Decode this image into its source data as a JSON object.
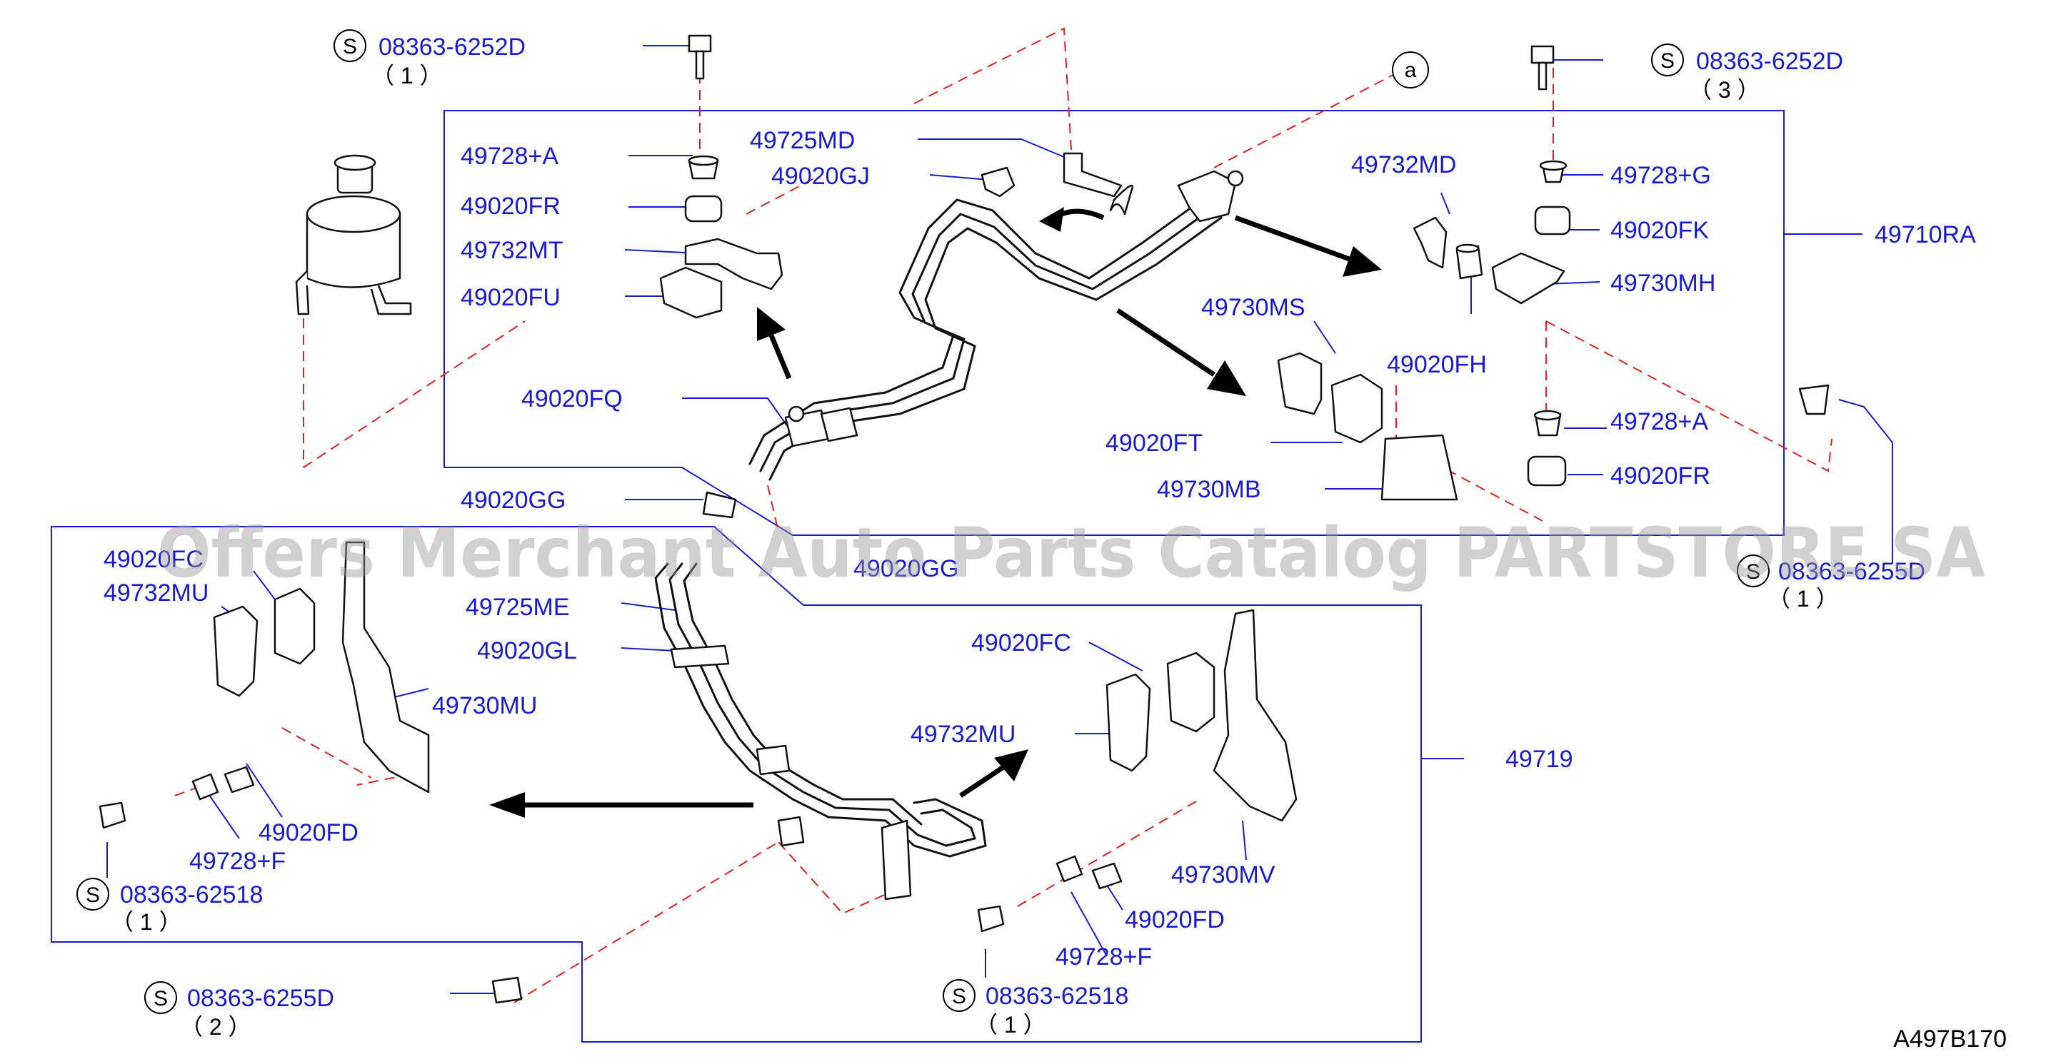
{
  "labels": {
    "p49728A_1": "49728+A",
    "p49020FR_1": "49020FR",
    "p49732MT": "49732MT",
    "p49020FU": "49020FU",
    "p49725MD": "49725MD",
    "p49020GJ": "49020GJ",
    "p49020FQ": "49020FQ",
    "p49020GG_1": "49020GG",
    "p49020GG_2": "49020GG",
    "p49732MD": "49732MD",
    "p49728G": "49728+G",
    "p49020FK": "49020FK",
    "p49730MH": "49730MH",
    "p49710RA": "49710RA",
    "p49730MS": "49730MS",
    "p49020FH": "49020FH",
    "p49020FT": "49020FT",
    "p49730MB": "49730MB",
    "p49728A_2": "49728+A",
    "p49020FR_2": "49020FR",
    "p49020FC_1": "49020FC",
    "p49732MU_1": "49732MU",
    "p49730MU": "49730MU",
    "p49725ME": "49725ME",
    "p49020GL": "49020GL",
    "p49020FD_1": "49020FD",
    "p49728F_1": "49728+F",
    "p49020FC_2": "49020FC",
    "p49732MU_2": "49732MU",
    "p49719": "49719",
    "p49730MV": "49730MV",
    "p49020FD_2": "49020FD",
    "p49728F_2": "49728+F"
  },
  "bolts": {
    "b1_code": "08363-6252D",
    "b1_qty": "（ 1 ）",
    "b2_code": "08363-6252D",
    "b2_qty": "（ 3 ）",
    "b3_code": "08363-6255D",
    "b3_qty": "（ 1 ）",
    "b4_code": "08363-62518",
    "b4_qty": "（ 1 ）",
    "b5_code": "08363-6255D",
    "b5_qty": "（ 2 ）",
    "b6_code": "08363-62518",
    "b6_qty": "（ 1 ）"
  },
  "symbols": {
    "s": "S",
    "ref_a": "a"
  },
  "diagram_code": "A497B170",
  "watermark": "Offers Merchant Auto Parts Catalog PARTSTORE SA",
  "colors": {
    "label_blue": "#1a1ad0",
    "dash_red": "#e02020",
    "line": "#111111"
  }
}
